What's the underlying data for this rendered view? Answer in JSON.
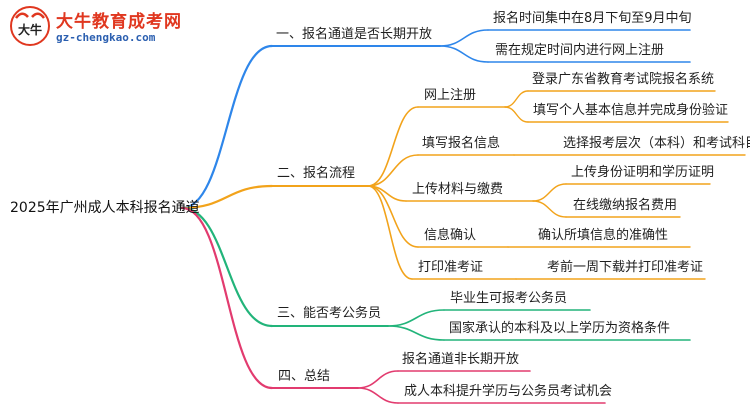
{
  "logo": {
    "name": "大牛教育成考网",
    "url": "gz-chengkao.com",
    "mark": "大牛"
  },
  "root": "2025年广州成人本科报名通道",
  "colors": {
    "blue": "#2e86ea",
    "orange": "#f2a31b",
    "green": "#22b47a",
    "pink": "#e23b6f"
  },
  "branches": [
    {
      "label": "一、报名通道是否长期开放",
      "color": "blue",
      "children": [
        {
          "label": "报名时间集中在8月下旬至9月中旬"
        },
        {
          "label": "需在规定时间内进行网上注册"
        }
      ]
    },
    {
      "label": "二、报名流程",
      "color": "orange",
      "children": [
        {
          "label": "网上注册",
          "children": [
            "登录广东省教育考试院报名系统",
            "填写个人基本信息并完成身份验证"
          ]
        },
        {
          "label": "填写报名信息",
          "children": [
            "选择报考层次（本科）和考试科目"
          ]
        },
        {
          "label": "上传材料与缴费",
          "children": [
            "上传身份证明和学历证明",
            "在线缴纳报名费用"
          ]
        },
        {
          "label": "信息确认",
          "children": [
            "确认所填信息的准确性"
          ]
        },
        {
          "label": "打印准考证",
          "children": [
            "考前一周下载并打印准考证"
          ]
        }
      ]
    },
    {
      "label": "三、能否考公务员",
      "color": "green",
      "children": [
        {
          "label": "毕业生可报考公务员"
        },
        {
          "label": "国家承认的本科及以上学历为资格条件"
        }
      ]
    },
    {
      "label": "四、总结",
      "color": "pink",
      "children": [
        {
          "label": "报名通道非长期开放"
        },
        {
          "label": "成人本科提升学历与公务员考试机会"
        }
      ]
    }
  ]
}
